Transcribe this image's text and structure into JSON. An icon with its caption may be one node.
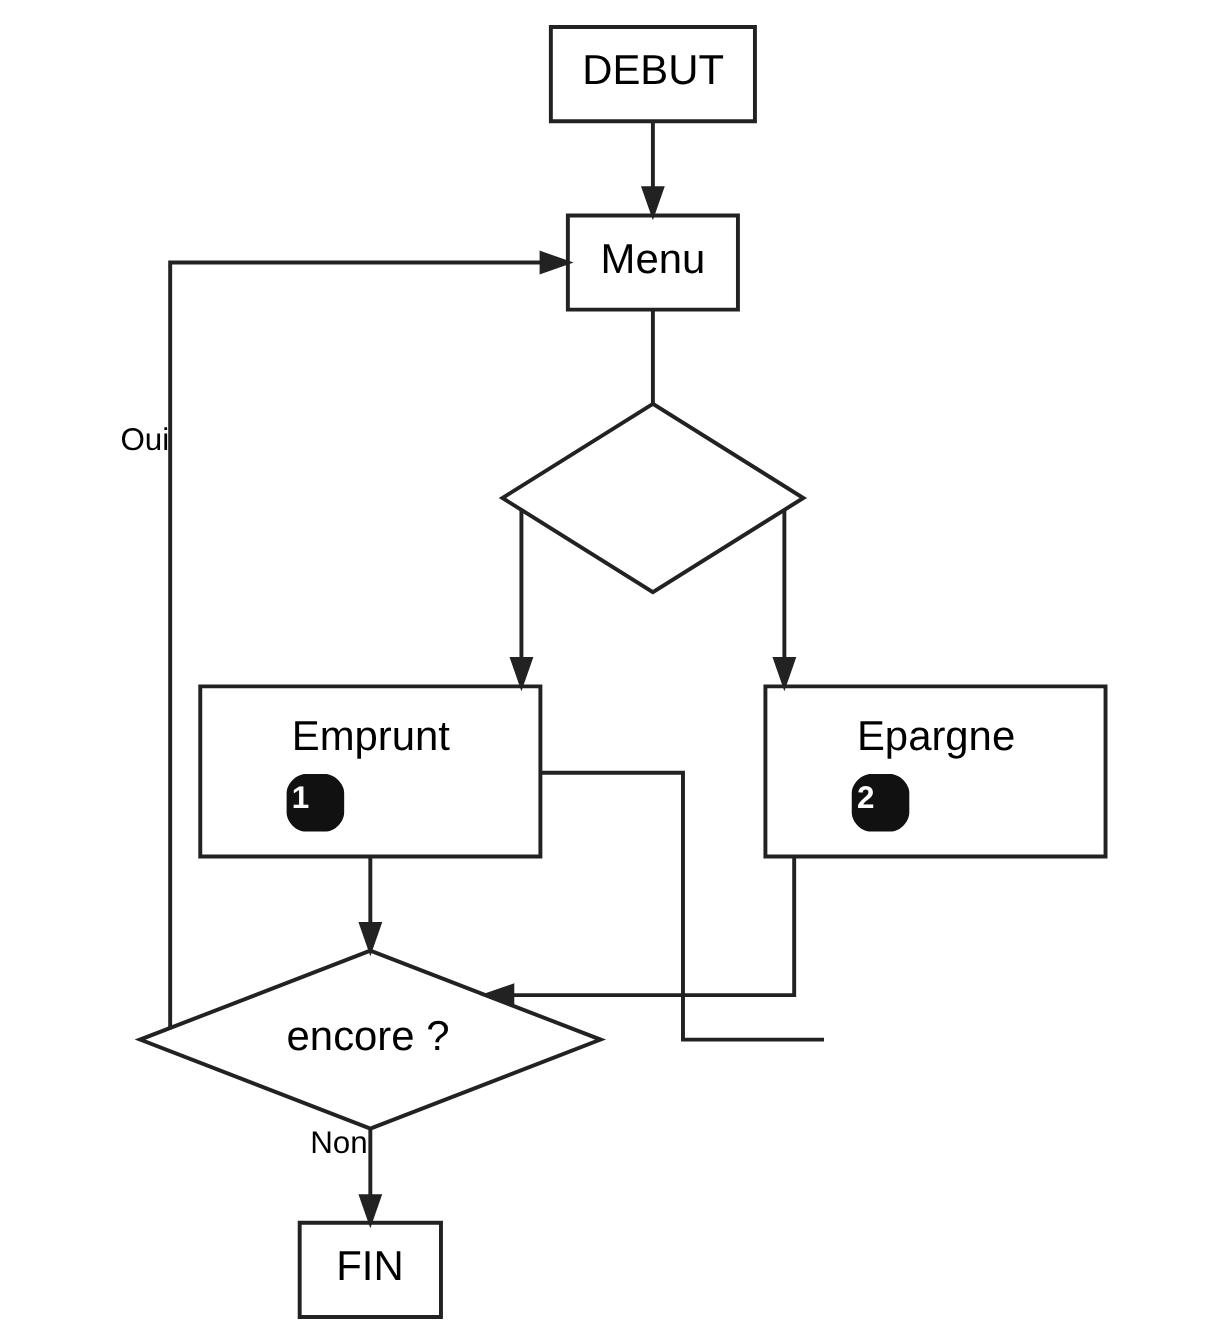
{
  "diagram": {
    "nodes": [
      {
        "text": [
          "DEBUT"
        ]
      },
      {
        "text": [
          "Menu"
        ]
      },
      {
        "text": [],
        "shape": "diamond"
      },
      {
        "text": [
          "Emprunt",
          "1"
        ]
      },
      {
        "text": [
          "Epargne",
          "2"
        ]
      },
      {
        "text": [
          "encore ?"
        ]
      },
      {
        "text": [
          "FIN"
        ]
      }
    ],
    "edges": [
      {
        "from": 0,
        "to": 1,
        "arrow": "to"
      },
      {
        "from": 1,
        "to": 2,
        "arrow": "none"
      },
      {
        "from": 2,
        "to": 3,
        "arrow": "to"
      },
      {
        "from": 2,
        "to": 4,
        "arrow": "to"
      },
      {
        "from": 3,
        "to": 5,
        "arrow": "to"
      },
      {
        "from": 4,
        "to": 5,
        "arrow": "to"
      },
      {
        "from": 5,
        "to": 1,
        "arrow": "to",
        "label": "Oui"
      },
      {
        "from": 5,
        "to": 6,
        "arrow": "to",
        "label": "Non"
      },
      {
        "from": 3,
        "to": null,
        "arrow": "none"
      }
    ]
  }
}
